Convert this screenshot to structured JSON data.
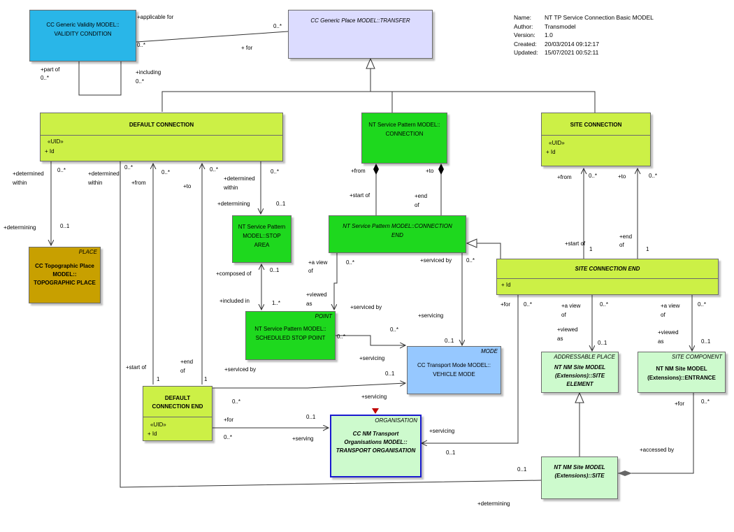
{
  "metadata": {
    "rows": [
      {
        "key": "Name:",
        "value": "NT TP Service Connection Basic MODEL"
      },
      {
        "key": "Author:",
        "value": "Transmodel"
      },
      {
        "key": "Version:",
        "value": "1.0"
      },
      {
        "key": "Created:",
        "value": "20/03/2014 09:12:17"
      },
      {
        "key": "Updated:",
        "value": "15/07/2021 00:52:11"
      }
    ]
  },
  "classes": {
    "validity": {
      "line1": "CC Generic Validity MODEL::",
      "line2": "VALIDITY CONDITION"
    },
    "transfer": {
      "line1": "CC Generic Place MODEL::TRANSFER"
    },
    "default_connection": {
      "title": "DEFAULT CONNECTION",
      "stereotype": "«UID»",
      "attr": "+     Id"
    },
    "nt_connection": {
      "line1": "NT Service Pattern MODEL::",
      "line2": "CONNECTION"
    },
    "site_connection": {
      "title": "SITE CONNECTION",
      "stereotype": "«UID»",
      "attr": "+     Id"
    },
    "topographic_place": {
      "stereo": "PLACE",
      "line1": "CC Topographic Place",
      "line2": "MODEL::",
      "line3": "TOPOGRAPHIC PLACE"
    },
    "stop_area": {
      "line1": "NT Service Pattern",
      "line2": "MODEL::STOP",
      "line3": "AREA"
    },
    "connection_end": {
      "line1": "NT Service Pattern MODEL::CONNECTION",
      "line2": "END"
    },
    "site_connection_end": {
      "title": "SITE CONNECTION END",
      "attr": "+     Id"
    },
    "scheduled_stop_point": {
      "stereo": "POINT",
      "line1": "NT Service Pattern MODEL::",
      "line2": "SCHEDULED STOP POINT"
    },
    "vehicle_mode": {
      "stereo": "MODE",
      "line1": "CC Transport Mode MODEL::",
      "line2": "VEHICLE MODE"
    },
    "site_element": {
      "stereo": "ADDRESSABLE PLACE",
      "line1": "NT NM Site MODEL",
      "line2": "(Extensions)::SITE",
      "line3": "ELEMENT"
    },
    "entrance": {
      "stereo": "SITE COMPONENT",
      "line1": "NT NM Site MODEL",
      "line2": "(Extensions)::ENTRANCE"
    },
    "default_connection_end": {
      "line1": "DEFAULT",
      "line2": "CONNECTION END",
      "stereotype": "«UID»",
      "attr": "+     Id"
    },
    "transport_organisation": {
      "stereo": "ORGANISATION",
      "line1": "CC NM Transport",
      "line2": "Organisations MODEL::",
      "line3": "TRANSPORT ORGANISATION"
    },
    "site": {
      "line1": "NT NM Site MODEL",
      "line2": "(Extensions)::SITE"
    }
  },
  "labels": [
    {
      "text": "+applicable for"
    },
    {
      "text": "0..*"
    },
    {
      "text": "0..*"
    },
    {
      "text": "+ for"
    },
    {
      "text": "+part of"
    },
    {
      "text": "0..*"
    },
    {
      "text": "+including"
    },
    {
      "text": "0..*"
    },
    {
      "text": "+determined"
    },
    {
      "text": "within"
    },
    {
      "text": "0..*"
    },
    {
      "text": "+determined"
    },
    {
      "text": "within"
    },
    {
      "text": "0..*"
    },
    {
      "text": "+from"
    },
    {
      "text": "0..*"
    },
    {
      "text": "+to"
    },
    {
      "text": "0..*"
    },
    {
      "text": "+determined"
    },
    {
      "text": "within"
    },
    {
      "text": "0..*"
    },
    {
      "text": "+determining"
    },
    {
      "text": "0..1"
    },
    {
      "text": "+determining"
    },
    {
      "text": "0..1"
    },
    {
      "text": "+from"
    },
    {
      "text": "+to"
    },
    {
      "text": "+start of"
    },
    {
      "text": "+end"
    },
    {
      "text": "of"
    },
    {
      "text": "+from"
    },
    {
      "text": "0..*"
    },
    {
      "text": "+to"
    },
    {
      "text": "0..*"
    },
    {
      "text": "+start of"
    },
    {
      "text": "1"
    },
    {
      "text": "+end"
    },
    {
      "text": "of"
    },
    {
      "text": "1"
    },
    {
      "text": "+composed of"
    },
    {
      "text": "0..1"
    },
    {
      "text": "+included in"
    },
    {
      "text": "1..*"
    },
    {
      "text": "+a view"
    },
    {
      "text": "of"
    },
    {
      "text": "0..*"
    },
    {
      "text": "+viewed"
    },
    {
      "text": "as"
    },
    {
      "text": "+serviced by"
    },
    {
      "text": "0..*"
    },
    {
      "text": "+serviced by"
    },
    {
      "text": "0..*"
    },
    {
      "text": "+servicing"
    },
    {
      "text": "0..*"
    },
    {
      "text": "+servicing"
    },
    {
      "text": "0..1"
    },
    {
      "text": "+for"
    },
    {
      "text": "0..*"
    },
    {
      "text": "+a view"
    },
    {
      "text": "of"
    },
    {
      "text": "0..*"
    },
    {
      "text": "+viewed"
    },
    {
      "text": "as"
    },
    {
      "text": "0..1"
    },
    {
      "text": "+a view"
    },
    {
      "text": "of"
    },
    {
      "text": "0..*"
    },
    {
      "text": "+viewed"
    },
    {
      "text": "as"
    },
    {
      "text": "0..1"
    },
    {
      "text": "+start of"
    },
    {
      "text": "1"
    },
    {
      "text": "+end"
    },
    {
      "text": "of"
    },
    {
      "text": "1"
    },
    {
      "text": "+serviced by"
    },
    {
      "text": "0..1"
    },
    {
      "text": "+servicing"
    },
    {
      "text": "0..*"
    },
    {
      "text": "+for"
    },
    {
      "text": "0..1"
    },
    {
      "text": "0..*"
    },
    {
      "text": "+serving"
    },
    {
      "text": "+servicing"
    },
    {
      "text": "0..1"
    },
    {
      "text": "+for"
    },
    {
      "text": "0..*"
    },
    {
      "text": "+accessed by"
    },
    {
      "text": "0..1"
    },
    {
      "text": "+determining"
    }
  ],
  "colors": {
    "validity": "#29b6e8",
    "transfer": "#dcdcff",
    "lime": "#ccf046",
    "green": "#1ed81e",
    "topo": "#c8a000",
    "mode": "#96c8ff",
    "pale_green": "#cdfacd"
  }
}
